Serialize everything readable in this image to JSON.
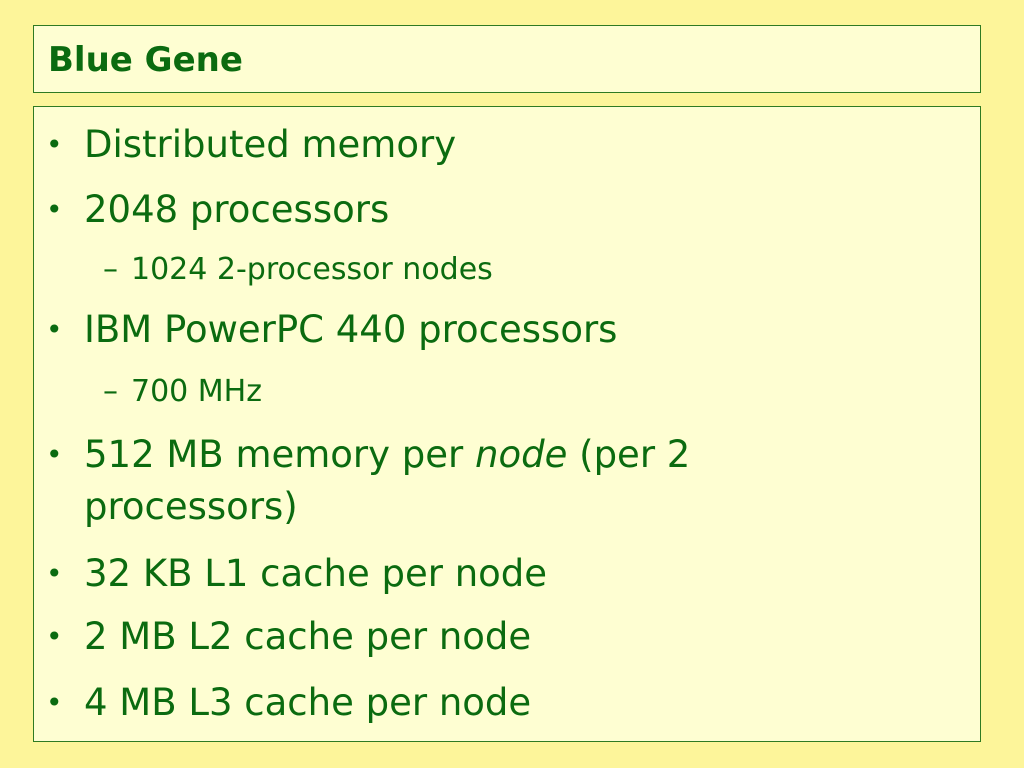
{
  "slide": {
    "title": "Blue Gene",
    "bullets": {
      "b1": "Distributed memory",
      "b2": "2048 processors",
      "b2_sub": "1024 2-processor nodes",
      "b3": "IBM PowerPC 440 processors",
      "b3_sub": "700 MHz",
      "b4_pre": "512 MB memory per ",
      "b4_em": "node",
      "b4_post": " (per 2",
      "b4_line2": "processors)",
      "b5": "32 KB L1 cache per node",
      "b6": "2 MB L2 cache per node",
      "b7": "4 MB L3 cache per node"
    },
    "markers": {
      "bullet": "•",
      "dash": "–"
    }
  }
}
